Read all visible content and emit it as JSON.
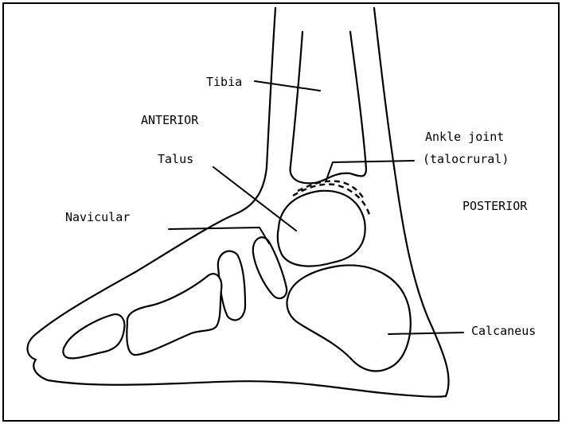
{
  "labels": {
    "tibia": "Tibia",
    "anterior": "ANTERIOR",
    "ankle_joint_line1": "Ankle joint",
    "ankle_joint_line2": "(talocrural)",
    "talus": "Talus",
    "posterior": "POSTERIOR",
    "navicular": "Navicular",
    "calcaneus": "Calcaneus"
  },
  "colors": {
    "ink": "#000000",
    "background": "#ffffff"
  }
}
